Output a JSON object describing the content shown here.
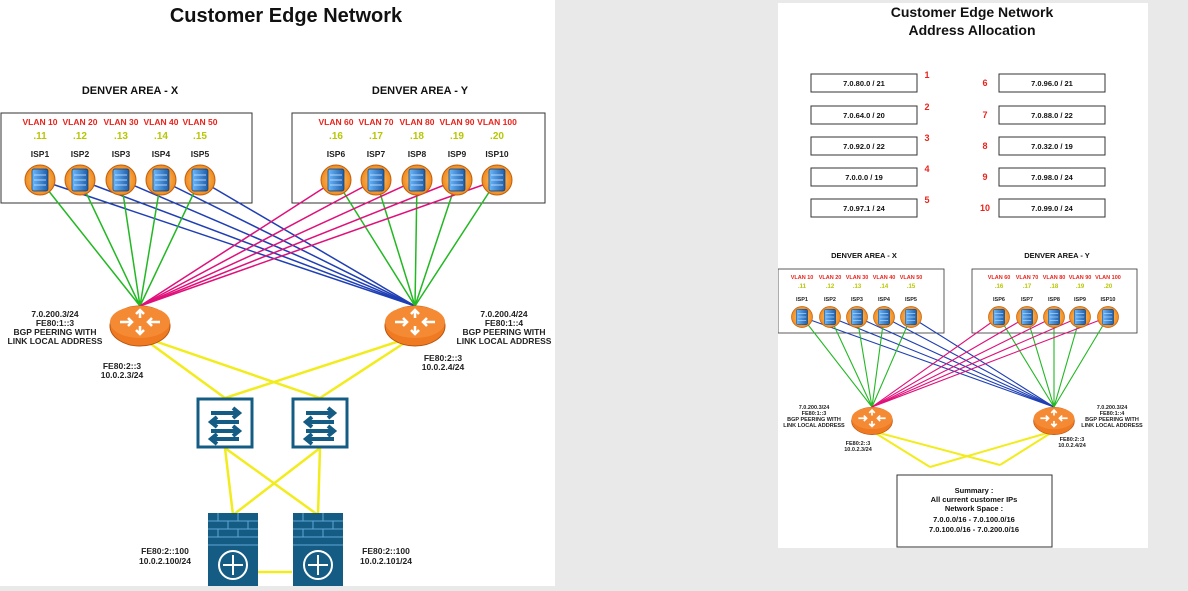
{
  "left": {
    "title": "Customer Edge Network",
    "area_x": "DENVER AREA - X",
    "area_y": "DENVER AREA - Y",
    "vlans_x": [
      "VLAN 10",
      "VLAN 20",
      "VLAN 30",
      "VLAN 40",
      "VLAN 50"
    ],
    "ips_x": [
      ".11",
      ".12",
      ".13",
      ".14",
      ".15"
    ],
    "isps_x": [
      "ISP1",
      "ISP2",
      "ISP3",
      "ISP4",
      "ISP5"
    ],
    "vlans_y": [
      "VLAN 60",
      "VLAN 70",
      "VLAN 80",
      "VLAN 90",
      "VLAN 100"
    ],
    "ips_y": [
      ".16",
      ".17",
      ".18",
      ".19",
      ".20"
    ],
    "isps_y": [
      "ISP6",
      "ISP7",
      "ISP8",
      "ISP9",
      "ISP10"
    ],
    "router1": [
      "7.0.200.3/24",
      "FE80:1::3",
      "BGP PEERING WITH",
      "LINK LOCAL ADDRESS"
    ],
    "router2": [
      "7.0.200.4/24",
      "FE80:1::4",
      "BGP PEERING WITH",
      "LINK LOCAL ADDRESS"
    ],
    "router1_down": [
      "FE80:2::3",
      "10.0.2.3/24"
    ],
    "router2_down": [
      "FE80:2::3",
      "10.0.2.4/24"
    ],
    "fw1": [
      "FE80:2::100",
      "10.0.2.100/24"
    ],
    "fw2": [
      "FE80:2::100",
      "10.0.2.101/24"
    ]
  },
  "right": {
    "title_line1": "Customer Edge Network",
    "title_line2": "Address Allocation",
    "allocations": [
      {
        "prefix": "7.0.80.0 / 21",
        "num": "1"
      },
      {
        "prefix": "7.0.64.0 / 20",
        "num": "2"
      },
      {
        "prefix": "7.0.92.0 / 22",
        "num": "3"
      },
      {
        "prefix": "7.0.0.0 / 19",
        "num": "4"
      },
      {
        "prefix": "7.0.97.1 / 24",
        "num": "5"
      },
      {
        "prefix": "7.0.96.0 / 21",
        "num": "6"
      },
      {
        "prefix": "7.0.88.0 / 22",
        "num": "7"
      },
      {
        "prefix": "7.0.32.0 / 19",
        "num": "8"
      },
      {
        "prefix": "7.0.98.0 / 24",
        "num": "9"
      },
      {
        "prefix": "7.0.99.0 / 24",
        "num": "10"
      }
    ],
    "area_x": "DENVER AREA - X",
    "area_y": "DENVER AREA - Y",
    "router1": [
      "7.0.200.3/24",
      "FE80:1::3",
      "BGP PEERING WITH",
      "LINK LOCAL ADDRESS"
    ],
    "router2": [
      "7.0.200.3/24",
      "FE80:1::4",
      "BGP PEERING WITH",
      "LINK LOCAL ADDRESS"
    ],
    "router1_down": [
      "FE80:2::3",
      "10.0.2.3/24"
    ],
    "router2_down": [
      "FE80:2::3",
      "10.0.2.4/24"
    ],
    "summary": [
      "Summary :",
      "All current customer IPs",
      "Network Space :",
      "7.0.0.0/16 - 7.0.100.0/16",
      "7.0.100.0/16 - 7.0.200.0/16"
    ]
  },
  "colors": {
    "green": "#22b822",
    "blue": "#1f3fb4",
    "magenta": "#e0107a",
    "yellow": "#f2ec1c",
    "router": "#f07a22",
    "switch": "#145c84",
    "vlan": "#e8231c",
    "ip": "#b7c600"
  }
}
